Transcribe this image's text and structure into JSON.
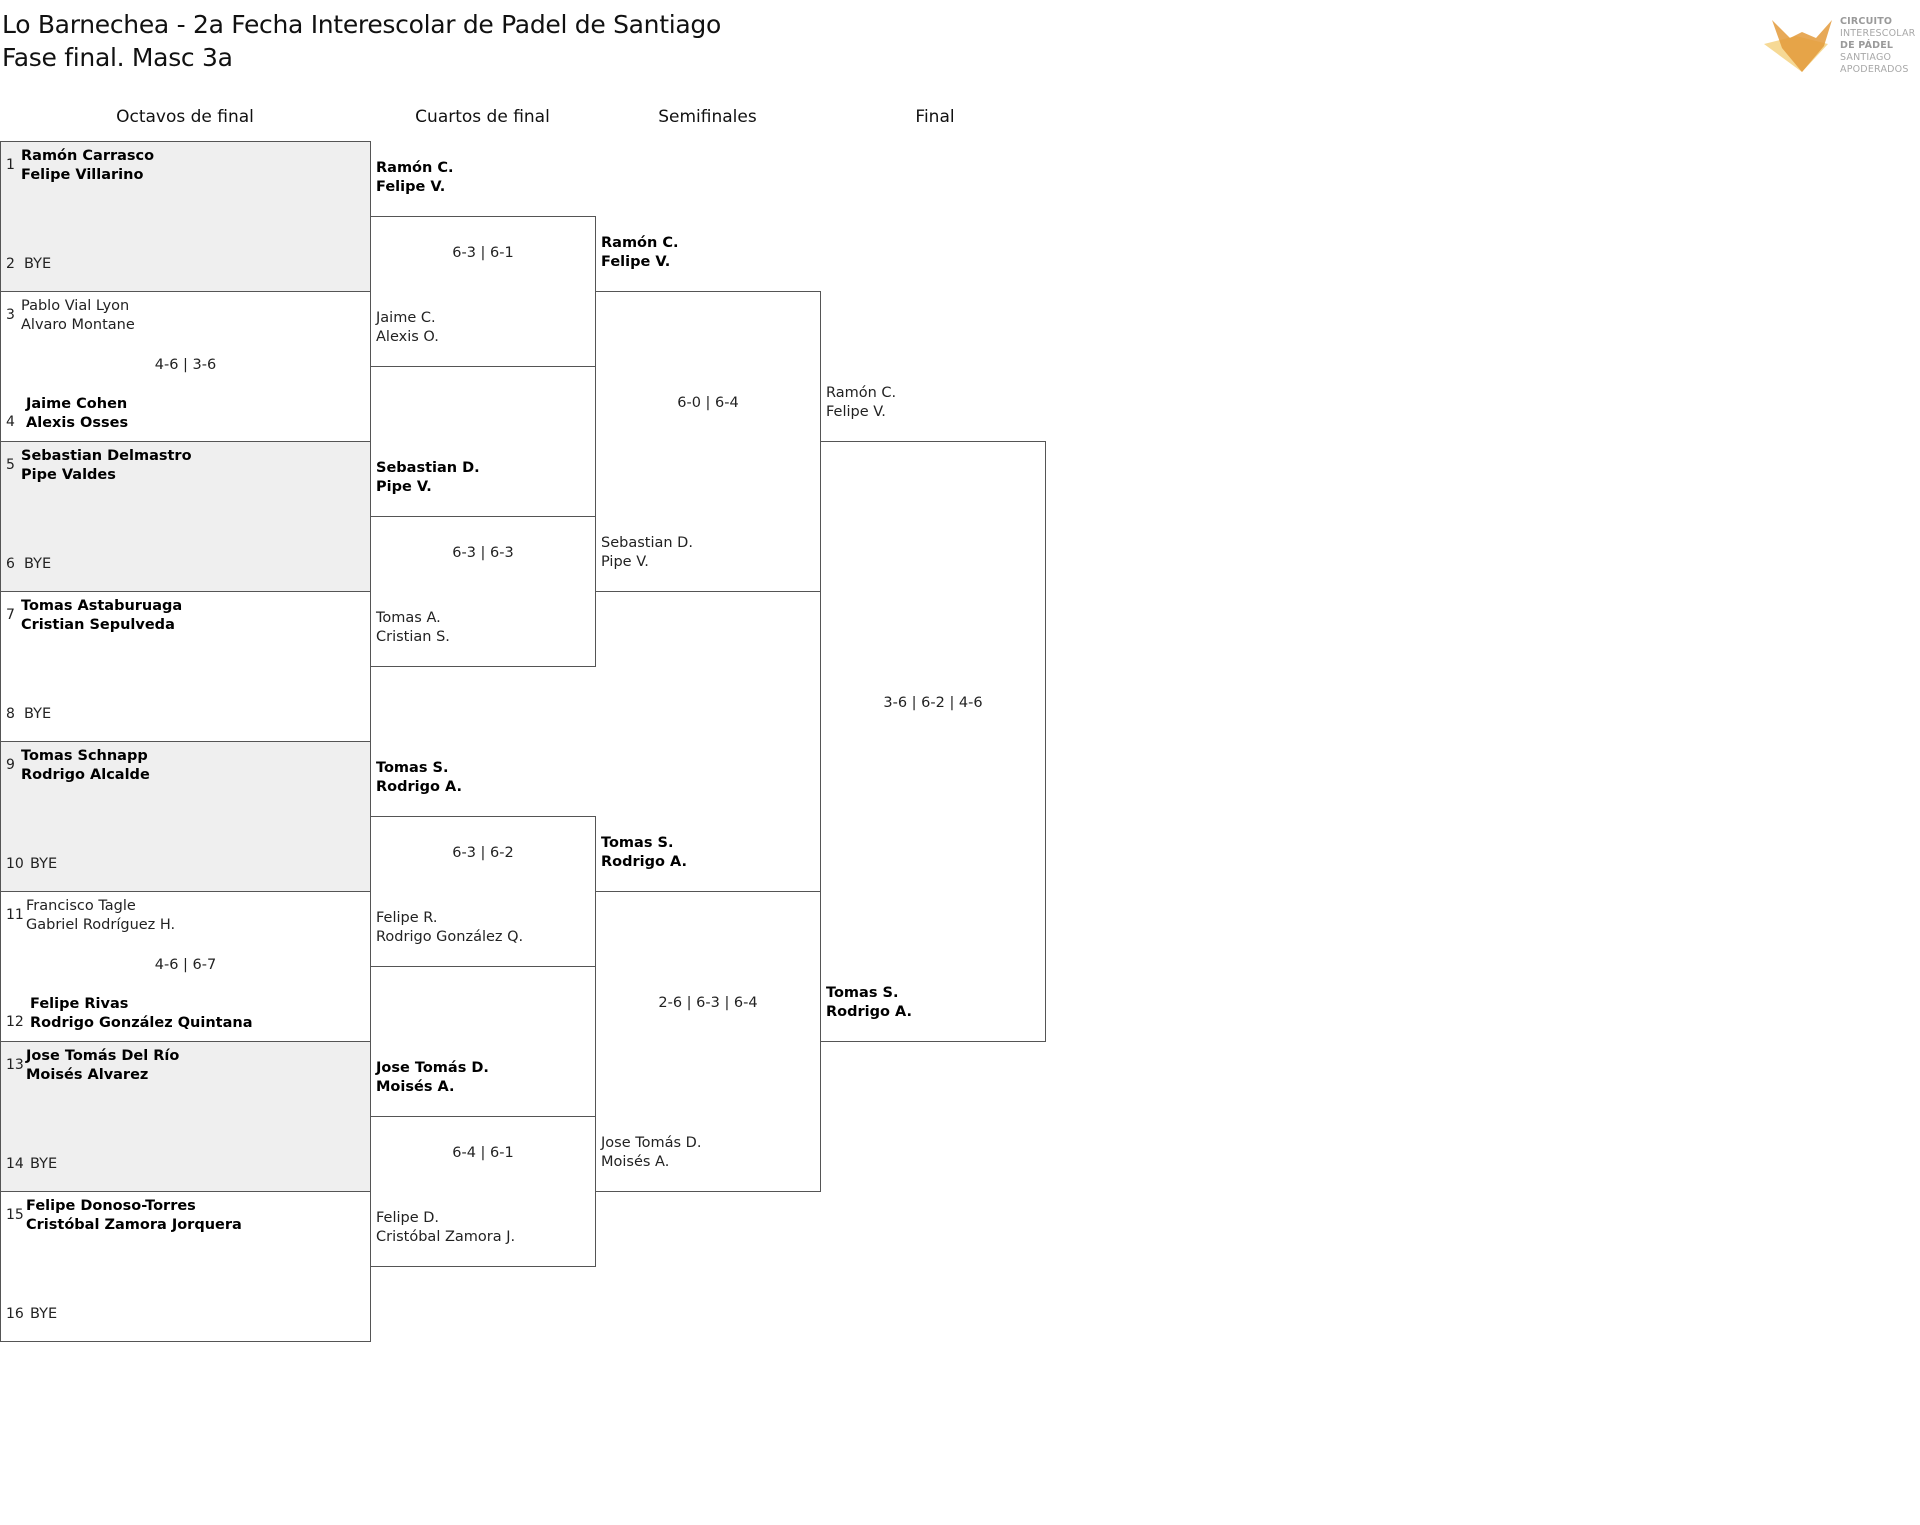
{
  "header": {
    "title": "Lo Barnechea - 2a Fecha Interescolar de Padel de Santiago",
    "subtitle": "Fase final. Masc 3a"
  },
  "logo": {
    "lines": [
      "CIRCUITO",
      "INTERESCOLAR",
      "DE PÁDEL",
      "SANTIAGO",
      "APODERADOS"
    ],
    "colors": {
      "fox_light": "#f5d58a",
      "fox_dark": "#e39a3b"
    }
  },
  "rounds": {
    "r16": "Octavos de final",
    "qf": "Cuartos de final",
    "sf": "Semifinales",
    "final": "Final"
  },
  "r16": [
    {
      "num": "1",
      "p1": "Ramón Carrasco",
      "p2": "Felipe Villarino",
      "winner": true
    },
    {
      "num": "2",
      "p1": "BYE",
      "p2": "",
      "winner": false
    },
    {
      "num": "3",
      "p1": "Pablo Vial Lyon",
      "p2": "Alvaro Montane",
      "winner": false
    },
    {
      "num": "4",
      "p1": "Jaime Cohen",
      "p2": "Alexis Osses",
      "winner": true
    },
    {
      "num": "5",
      "p1": "Sebastian Delmastro",
      "p2": "Pipe Valdes",
      "winner": true
    },
    {
      "num": "6",
      "p1": "BYE",
      "p2": "",
      "winner": false
    },
    {
      "num": "7",
      "p1": "Tomas Astaburuaga",
      "p2": "Cristian Sepulveda",
      "winner": true
    },
    {
      "num": "8",
      "p1": "BYE",
      "p2": "",
      "winner": false
    },
    {
      "num": "9",
      "p1": "Tomas Schnapp",
      "p2": "Rodrigo Alcalde",
      "winner": true
    },
    {
      "num": "10",
      "p1": "BYE",
      "p2": "",
      "winner": false
    },
    {
      "num": "11",
      "p1": "Francisco Tagle",
      "p2": "Gabriel Rodríguez H.",
      "winner": false
    },
    {
      "num": "12",
      "p1": "Felipe Rivas",
      "p2": "Rodrigo González Quintana",
      "winner": true
    },
    {
      "num": "13",
      "p1": "Jose Tomás Del Río",
      "p2": "Moisés Alvarez",
      "winner": true
    },
    {
      "num": "14",
      "p1": "BYE",
      "p2": "",
      "winner": false
    },
    {
      "num": "15",
      "p1": "Felipe Donoso-Torres",
      "p2": "Cristóbal Zamora Jorquera",
      "winner": true
    },
    {
      "num": "16",
      "p1": "BYE",
      "p2": "",
      "winner": false
    }
  ],
  "r16_scores": [
    "",
    "4-6 | 3-6",
    "",
    "",
    "",
    "4-6 | 6-7",
    "",
    ""
  ],
  "qf": [
    {
      "p1": "Ramón C.",
      "p2": "Felipe V.",
      "winner": true
    },
    {
      "p1": "Jaime C.",
      "p2": "Alexis O.",
      "winner": false
    },
    {
      "p1": "Sebastian D.",
      "p2": "Pipe V.",
      "winner": true
    },
    {
      "p1": "Tomas A.",
      "p2": "Cristian S.",
      "winner": false
    },
    {
      "p1": "Tomas S.",
      "p2": "Rodrigo A.",
      "winner": true
    },
    {
      "p1": "Felipe R.",
      "p2": "Rodrigo González Q.",
      "winner": false
    },
    {
      "p1": "Jose Tomás D.",
      "p2": "Moisés A.",
      "winner": true
    },
    {
      "p1": "Felipe D.",
      "p2": "Cristóbal Zamora J.",
      "winner": false
    }
  ],
  "qf_scores": [
    "6-3 | 6-1",
    "6-3 | 6-3",
    "6-3 | 6-2",
    "6-4 | 6-1"
  ],
  "sf": [
    {
      "p1": "Ramón C.",
      "p2": "Felipe V.",
      "winner": true
    },
    {
      "p1": "Sebastian D.",
      "p2": "Pipe V.",
      "winner": false
    },
    {
      "p1": "Tomas S.",
      "p2": "Rodrigo A.",
      "winner": true
    },
    {
      "p1": "Jose Tomás D.",
      "p2": "Moisés A.",
      "winner": false
    }
  ],
  "sf_scores": [
    "6-0 | 6-4",
    "2-6 | 6-3 | 6-4"
  ],
  "final": [
    {
      "p1": "Ramón C.",
      "p2": "Felipe V.",
      "winner": false
    },
    {
      "p1": "Tomas S.",
      "p2": "Rodrigo A.",
      "winner": true
    }
  ],
  "final_score": "3-6 | 6-2 | 4-6"
}
